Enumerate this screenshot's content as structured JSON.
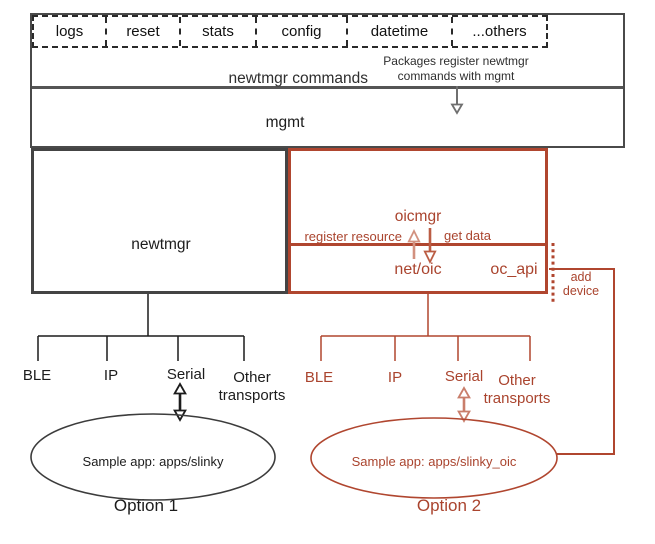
{
  "colors": {
    "accent_red": "#b0462f",
    "red_text": "#aa442e",
    "dark_border": "#4a4a4a",
    "text": "#1c1c1c",
    "light_red_arrow": "#d2917f",
    "gray_arrow": "#6f6f6f"
  },
  "commands_row": {
    "items": [
      "logs",
      "reset",
      "stats",
      "config",
      "datetime",
      "...others"
    ]
  },
  "top_band": {
    "label": "newtmgr commands",
    "note_line1": "Packages register newtmgr",
    "note_line2": "commands with mgmt"
  },
  "mgmt": {
    "label": "mgmt"
  },
  "newtmgr_box": {
    "label": "newtmgr"
  },
  "oicmgr_box": {
    "label": "oicmgr",
    "register_resource": "register resource",
    "get_data": "get data",
    "net_oic": "net/oic",
    "oc_api": "oc_api"
  },
  "add_device": {
    "line1": "add",
    "line2": "device"
  },
  "left_option": {
    "transports": [
      "BLE",
      "IP",
      "Serial"
    ],
    "other_line1": "Other",
    "other_line2": "transports",
    "sample_app": "Sample app: apps/slinky",
    "option_label": "Option 1"
  },
  "right_option": {
    "transports": [
      "BLE",
      "IP",
      "Serial"
    ],
    "other_line1": "Other",
    "other_line2": "transports",
    "sample_app": "Sample app: apps/slinky_oic",
    "option_label": "Option 2"
  }
}
